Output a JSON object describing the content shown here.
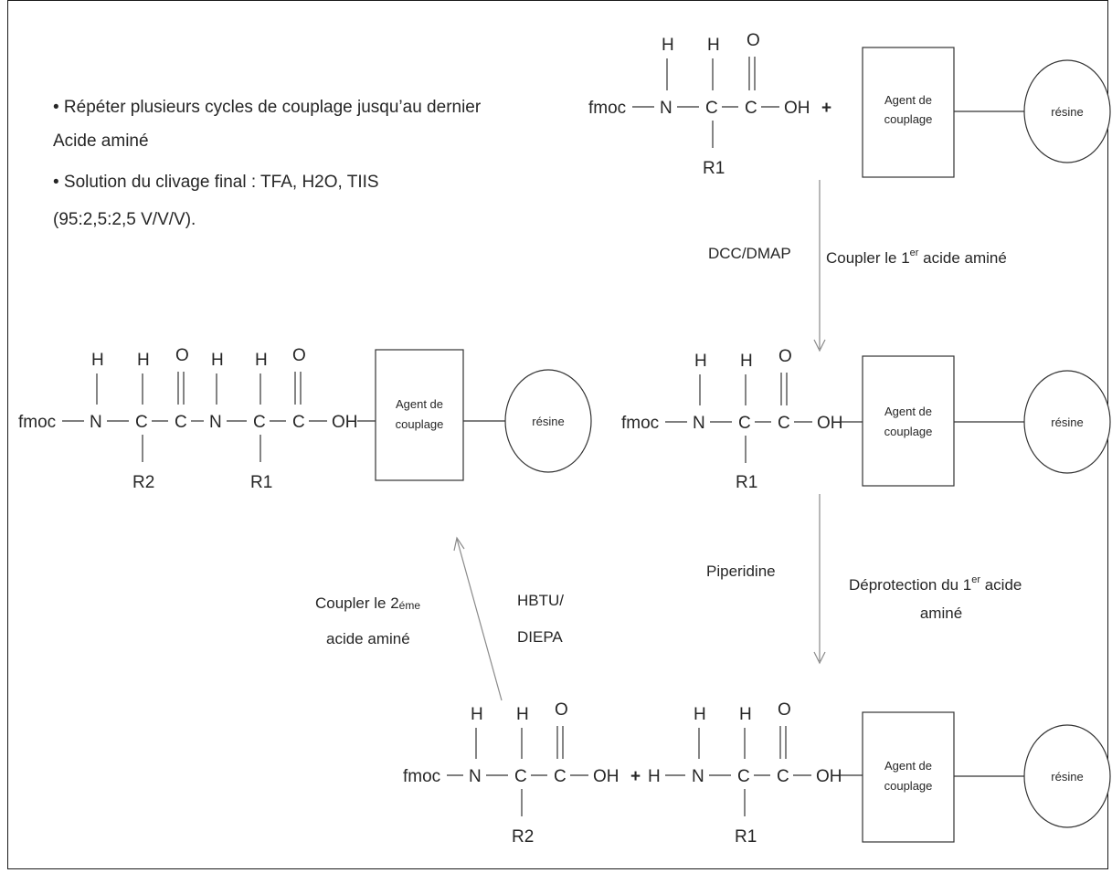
{
  "notes": {
    "line1": "•  Répéter plusieurs cycles de couplage jusqu’au dernier",
    "line2": "Acide aminé",
    "line3": "•  Solution du clivage final : TFA, H2O, TIIS",
    "line4": "(95:2,5:2,5 V/V/V)."
  },
  "atoms": {
    "fmoc": "fmoc",
    "H": "H",
    "N": "N",
    "C": "C",
    "O": "O",
    "OH": "OH",
    "R1": "R1",
    "R2": "R2",
    "plus": "+"
  },
  "boxes": {
    "agent_line1": "Agent de",
    "agent_line2": "couplage",
    "resin": "résine"
  },
  "steps": {
    "s1_reagent": "DCC/DMAP",
    "s1_label_pre": "Coupler le 1",
    "s1_label_sup": "er",
    "s1_label_post": " acide aminé",
    "s2_reagent": "Piperidine",
    "s2_label_pre": "Déprotection du 1",
    "s2_label_sup": "er",
    "s2_label_post": " acide",
    "s2_label_line2": "aminé",
    "s3_reagent_line1": "HBTU/",
    "s3_reagent_line2": "DIEPA",
    "s3_label_pre": "Coupler le 2",
    "s3_label_sub": "éme",
    "s3_label_line2": "acide aminé"
  }
}
